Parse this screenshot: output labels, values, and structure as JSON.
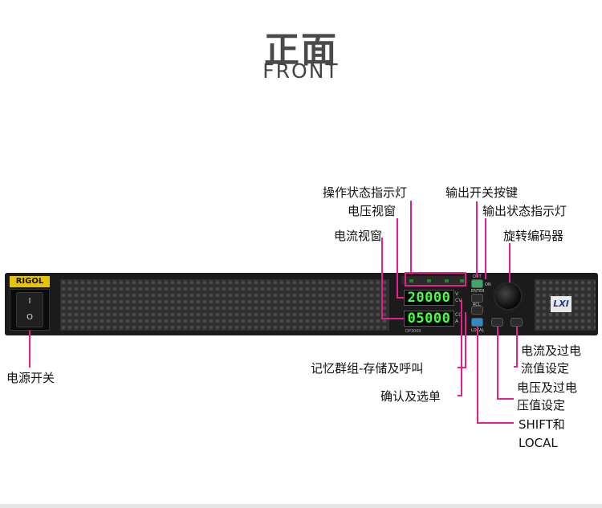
{
  "title": {
    "cn": "正面",
    "en": "FRONT"
  },
  "device": {
    "brand": "RIGOL",
    "model": "DP3000",
    "voltage_display": "20000",
    "current_display": "05000",
    "power_switch_on": "I",
    "power_switch_off": "O",
    "badge": "LXI",
    "labels": {
      "out": "OUT",
      "on": "ON",
      "enter": "ENTER",
      "rcl": "RCL",
      "local": "LOCAL",
      "v": "V",
      "a": "A",
      "cc": "CC",
      "cv": "CV"
    }
  },
  "callouts": {
    "status_indicator": "操作状态指示灯",
    "voltage_window": "电压视窗",
    "current_window": "电流视窗",
    "output_switch": "输出开关按键",
    "output_status": "输出状态指示灯",
    "encoder": "旋转编码器",
    "power_switch": "电源开关",
    "memory": "记忆群组-存储及呼叫",
    "confirm": "确认及选单",
    "shift_line1": "SHIFT和",
    "shift_line2": "LOCAL",
    "current_set_line1": "电流及过电",
    "current_set_line2": "流值设定",
    "voltage_set_line1": "电压及过电",
    "voltage_set_line2": "压值设定"
  },
  "colors": {
    "leader": "#e91e8c",
    "display": "#46ff46",
    "brand": "#e8c400"
  }
}
